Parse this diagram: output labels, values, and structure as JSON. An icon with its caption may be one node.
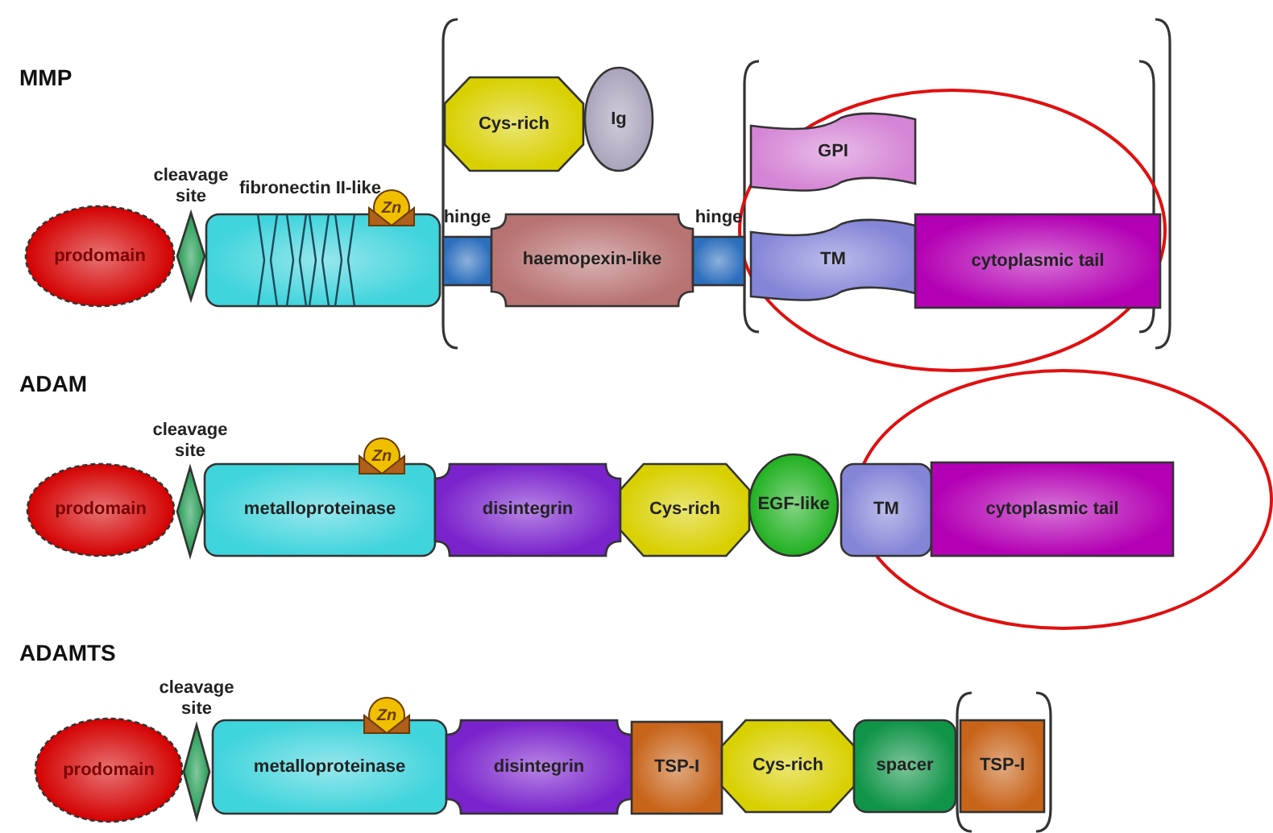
{
  "diagram": {
    "nodes": [
      {
        "text": [
          "prodomain"
        ]
      },
      {
        "text": [
          "cleavage site"
        ]
      },
      {
        "text": [
          "fibronectin II-like"
        ]
      },
      {
        "text": [
          "Zn"
        ]
      },
      {
        "text": [
          "hinge"
        ]
      },
      {
        "text": [
          "Cys-rich"
        ]
      },
      {
        "text": [
          "Ig"
        ]
      },
      {
        "text": [
          "haemopexin-like"
        ]
      },
      {
        "text": [
          "hinge"
        ]
      },
      {
        "text": [
          "GPI"
        ]
      },
      {
        "text": [
          "TM"
        ]
      },
      {
        "text": [
          "cytoplasmic tail"
        ]
      },
      {
        "text": [
          "prodomain"
        ]
      },
      {
        "text": [
          "cleavage site"
        ]
      },
      {
        "text": [
          "metalloproteinase"
        ]
      },
      {
        "text": [
          "Zn"
        ]
      },
      {
        "text": [
          "disintegrin"
        ]
      },
      {
        "text": [
          "Cys-rich"
        ]
      },
      {
        "text": [
          "EGF-like"
        ]
      },
      {
        "text": [
          "TM"
        ]
      },
      {
        "text": [
          "cytoplasmic tail"
        ]
      },
      {
        "text": [
          "prodomain"
        ]
      },
      {
        "text": [
          "cleavage site"
        ]
      },
      {
        "text": [
          "metalloproteinase"
        ]
      },
      {
        "text": [
          "Zn"
        ]
      },
      {
        "text": [
          "disintegrin"
        ]
      },
      {
        "text": [
          "TSP-I"
        ]
      },
      {
        "text": [
          "Cys-rich"
        ]
      },
      {
        "text": [
          "spacer"
        ]
      },
      {
        "text": [
          "TSP-I"
        ]
      }
    ],
    "labels": [
      "MMP",
      "ADAM",
      "ADAMTS"
    ]
  }
}
